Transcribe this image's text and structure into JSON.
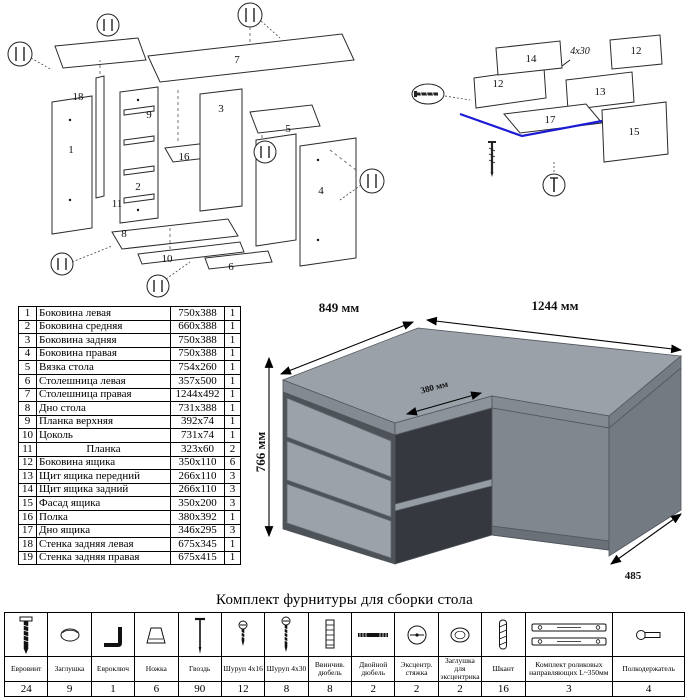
{
  "diagram_left": {
    "labels": {
      "p18": "18",
      "p7": "7",
      "p1": "1",
      "p9": "9",
      "p2": "2",
      "p16": "16",
      "p11": "11",
      "p8": "8",
      "p5": "5",
      "p3": "3",
      "p10": "10",
      "p6": "6",
      "p4": "4"
    }
  },
  "diagram_right": {
    "labels": {
      "p14": "14",
      "p12a": "12",
      "p12b": "12",
      "p13": "13",
      "p17": "17",
      "p15": "15"
    },
    "screw_note": "4x30"
  },
  "desk": {
    "dims": {
      "left_top": "849 мм",
      "right_top": "1244 мм",
      "height": "766 мм",
      "inner_depth": "380 мм",
      "right_depth": "485"
    }
  },
  "parts_table": {
    "rows": [
      {
        "num": "1",
        "name": "Боковина левая",
        "size": "750x388",
        "qty": "1"
      },
      {
        "num": "2",
        "name": "Боковина средняя",
        "size": "660x388",
        "qty": "1"
      },
      {
        "num": "3",
        "name": "Боковина задняя",
        "size": "750x388",
        "qty": "1"
      },
      {
        "num": "4",
        "name": "Боковина правая",
        "size": "750x388",
        "qty": "1"
      },
      {
        "num": "5",
        "name": "Вязка стола",
        "size": "754x260",
        "qty": "1"
      },
      {
        "num": "6",
        "name": "Столешница левая",
        "size": "357x500",
        "qty": "1"
      },
      {
        "num": "7",
        "name": "Столешница правая",
        "size": "1244x492",
        "qty": "1"
      },
      {
        "num": "8",
        "name": "Дно стола",
        "size": "731x388",
        "qty": "1"
      },
      {
        "num": "9",
        "name": "Планка верхняя",
        "size": "392x74",
        "qty": "1"
      },
      {
        "num": "10",
        "name": "Цоколь",
        "size": "731x74",
        "qty": "1"
      },
      {
        "num": "11",
        "name": "Планка",
        "size": "323x60",
        "qty": "2"
      },
      {
        "num": "12",
        "name": "Боковина ящика",
        "size": "350x110",
        "qty": "6"
      },
      {
        "num": "13",
        "name": "Щит ящика передний",
        "size": "266x110",
        "qty": "3"
      },
      {
        "num": "14",
        "name": "Щит ящика задний",
        "size": "266x110",
        "qty": "3"
      },
      {
        "num": "15",
        "name": "Фасад ящика",
        "size": "350x200",
        "qty": "3"
      },
      {
        "num": "16",
        "name": "Полка",
        "size": "380x392",
        "qty": "1"
      },
      {
        "num": "17",
        "name": "Дно ящика",
        "size": "346x295",
        "qty": "3"
      },
      {
        "num": "18",
        "name": "Стенка задняя левая",
        "size": "675x345",
        "qty": "1"
      },
      {
        "num": "19",
        "name": "Стенка задняя правая",
        "size": "675x415",
        "qty": "1"
      }
    ]
  },
  "hardware": {
    "title": "Комплект фурнитуры для сборки стола",
    "items": [
      {
        "label": "Евровинт",
        "qty": "24"
      },
      {
        "label": "Заглушка",
        "qty": "9"
      },
      {
        "label": "Евроключ",
        "qty": "1"
      },
      {
        "label": "Ножка",
        "qty": "6"
      },
      {
        "label": "Гвоздь",
        "qty": "90"
      },
      {
        "label": "Шуруп 4x16",
        "qty": "12"
      },
      {
        "label": "Шуруп 4x30",
        "qty": "8"
      },
      {
        "label": "Ввинчив. дюбель",
        "qty": "8"
      },
      {
        "label": "Двойной дюбель",
        "qty": "2"
      },
      {
        "label": "Эксцентр. стяжка",
        "qty": "2"
      },
      {
        "label": "Заглушка для эксцентрика",
        "qty": "2"
      },
      {
        "label": "Шкант",
        "qty": "16"
      },
      {
        "label": "Комплект роликовых направляющих L~350мм",
        "qty": "3"
      },
      {
        "label": "Полкодержатель",
        "qty": "4"
      }
    ]
  }
}
